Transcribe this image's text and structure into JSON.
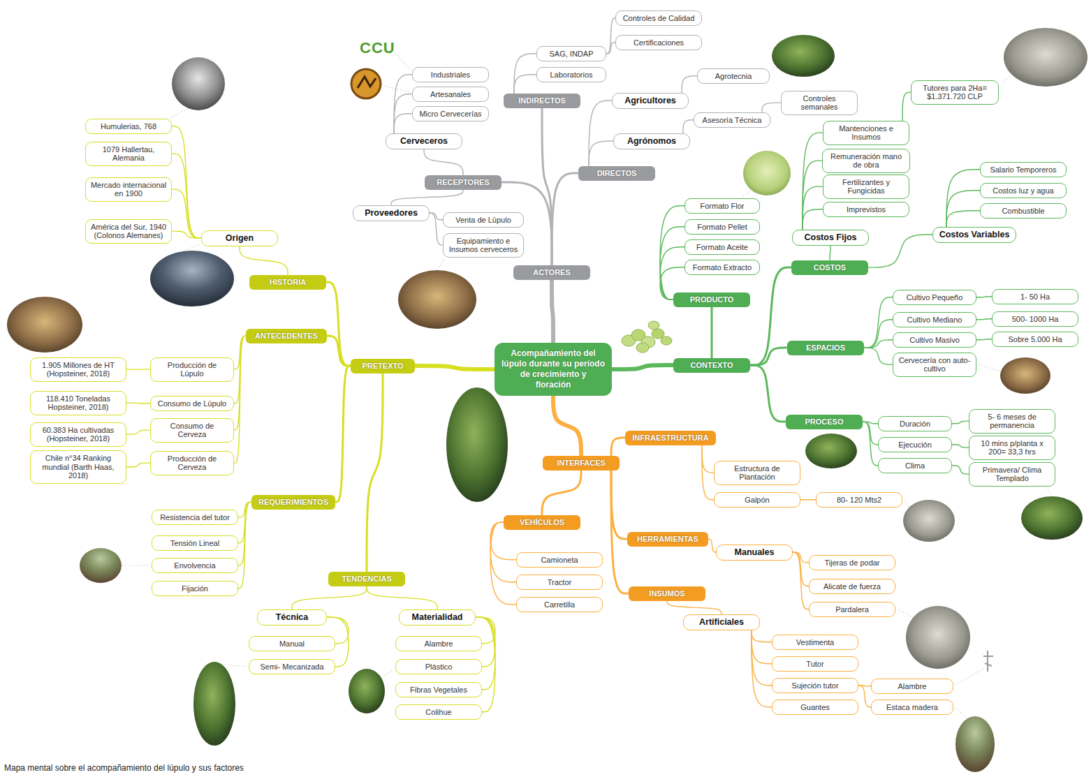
{
  "diagram": {
    "caption": "Mapa mental sobre el acompañamiento del lúpulo y sus factores",
    "nodes": [
      {
        "text": [
          "Acompañamiento del lúpulo durante su período de crecimiento y floración"
        ]
      },
      {
        "text": [
          "PRETEXTO"
        ]
      },
      {
        "text": [
          "HISTORIA"
        ]
      },
      {
        "text": [
          "Origen"
        ]
      },
      {
        "text": [
          "Humulerias, 768"
        ]
      },
      {
        "text": [
          "1079 Hallertau, Alemania"
        ]
      },
      {
        "text": [
          "Mercado internacional en 1900"
        ]
      },
      {
        "text": [
          "América del Sur, 1940 (Colonos Alemanes)"
        ]
      },
      {
        "text": [
          "ANTECEDENTES"
        ]
      },
      {
        "text": [
          "Producción de Lúpulo"
        ]
      },
      {
        "text": [
          "1.905 Millones de HT (Hopsteiner, 2018)"
        ]
      },
      {
        "text": [
          "Consumo de Lúpulo"
        ]
      },
      {
        "text": [
          "118.410 Toneladas Hopsteiner, 2018)"
        ]
      },
      {
        "text": [
          "Consumo de Cerveza"
        ]
      },
      {
        "text": [
          "60.383 Ha cultivadas (Hopsteiner, 2018)"
        ]
      },
      {
        "text": [
          "Producción de Cerveza"
        ]
      },
      {
        "text": [
          "Chile n°34 Ranking mundial (Barth Haas, 2018)"
        ]
      },
      {
        "text": [
          "REQUERIMIENTOS"
        ]
      },
      {
        "text": [
          "Resistencia del tutor"
        ]
      },
      {
        "text": [
          "Tensión Lineal"
        ]
      },
      {
        "text": [
          "Envolvencia"
        ]
      },
      {
        "text": [
          "Fijación"
        ]
      },
      {
        "text": [
          "TENDENCIAS"
        ]
      },
      {
        "text": [
          "Técnica"
        ]
      },
      {
        "text": [
          "Manual"
        ]
      },
      {
        "text": [
          "Semi- Mecanizada"
        ]
      },
      {
        "text": [
          "Materialidad"
        ]
      },
      {
        "text": [
          "Alambre"
        ]
      },
      {
        "text": [
          "Plástico"
        ]
      },
      {
        "text": [
          "Fibras Vegetales"
        ]
      },
      {
        "text": [
          "Colihue"
        ]
      },
      {
        "text": [
          "ACTORES"
        ]
      },
      {
        "text": [
          "RECEPTORES"
        ]
      },
      {
        "text": [
          "Cerveceros"
        ]
      },
      {
        "text": [
          "Industriales"
        ]
      },
      {
        "text": [
          "Artesanales"
        ]
      },
      {
        "text": [
          "Micro Cervecerías"
        ]
      },
      {
        "text": [
          "Proveedores"
        ]
      },
      {
        "text": [
          "Venta de Lúpulo"
        ]
      },
      {
        "text": [
          "Equipamiento e Insumos cerveceros"
        ]
      },
      {
        "text": [
          "INDIRECTOS"
        ]
      },
      {
        "text": [
          "SAG, INDAP"
        ]
      },
      {
        "text": [
          "Controles de Calidad"
        ]
      },
      {
        "text": [
          "Certificaciones"
        ]
      },
      {
        "text": [
          "Laboratorios"
        ]
      },
      {
        "text": [
          "DIRECTOS"
        ]
      },
      {
        "text": [
          "Agricultores"
        ]
      },
      {
        "text": [
          "Agrotecnia"
        ]
      },
      {
        "text": [
          "Agrónomos"
        ]
      },
      {
        "text": [
          "Asesoría Técnica"
        ]
      },
      {
        "text": [
          "Controles semanales"
        ]
      },
      {
        "text": [
          "CONTEXTO"
        ]
      },
      {
        "text": [
          "PRODUCTO"
        ]
      },
      {
        "text": [
          "Formato Flor"
        ]
      },
      {
        "text": [
          "Formato Pellet"
        ]
      },
      {
        "text": [
          "Formato Aceite"
        ]
      },
      {
        "text": [
          "Formato Extracto"
        ]
      },
      {
        "text": [
          "COSTOS"
        ]
      },
      {
        "text": [
          "Costos Fijos"
        ]
      },
      {
        "text": [
          "Mantenciones e Insumos"
        ]
      },
      {
        "text": [
          "Tutores para 2Ha= $1.371.720 CLP"
        ]
      },
      {
        "text": [
          "Remuneración mano de obra"
        ]
      },
      {
        "text": [
          "Fertilizantes y Fungicidas"
        ]
      },
      {
        "text": [
          "Imprevistos"
        ]
      },
      {
        "text": [
          "Costos Variables"
        ]
      },
      {
        "text": [
          "Salario Temporeros"
        ]
      },
      {
        "text": [
          "Costos luz y agua"
        ]
      },
      {
        "text": [
          "Combustible"
        ]
      },
      {
        "text": [
          "ESPACIOS"
        ]
      },
      {
        "text": [
          "Cultivo Pequeño"
        ]
      },
      {
        "text": [
          "1- 50 Ha"
        ]
      },
      {
        "text": [
          "Cultivo Mediano"
        ]
      },
      {
        "text": [
          "500- 1000 Ha"
        ]
      },
      {
        "text": [
          "Cultivo Masivo"
        ]
      },
      {
        "text": [
          "Sobre 5.000 Ha"
        ]
      },
      {
        "text": [
          "Cervecería con auto- cultivo"
        ]
      },
      {
        "text": [
          "PROCESO"
        ]
      },
      {
        "text": [
          "Duración"
        ]
      },
      {
        "text": [
          "5- 6 meses de permanencia"
        ]
      },
      {
        "text": [
          "Ejecución"
        ]
      },
      {
        "text": [
          "10 mins p/planta x 200= 33,3 hrs"
        ]
      },
      {
        "text": [
          "Clima"
        ]
      },
      {
        "text": [
          "Primavera/ Clima Templado"
        ]
      },
      {
        "text": [
          "INTERFACES"
        ]
      },
      {
        "text": [
          "INFRAESTRUCTURA"
        ]
      },
      {
        "text": [
          "Estructura de Plantación"
        ]
      },
      {
        "text": [
          "Galpón"
        ]
      },
      {
        "text": [
          "80- 120 Mts2"
        ]
      },
      {
        "text": [
          "VEHÍCULOS"
        ]
      },
      {
        "text": [
          "Camioneta"
        ]
      },
      {
        "text": [
          "Tractor"
        ]
      },
      {
        "text": [
          "Carretilla"
        ]
      },
      {
        "text": [
          "HERRAMIENTAS"
        ]
      },
      {
        "text": [
          "Manuales"
        ]
      },
      {
        "text": [
          "Tijeras de podar"
        ]
      },
      {
        "text": [
          "Alicate de fuerza"
        ]
      },
      {
        "text": [
          "Pardalera"
        ]
      },
      {
        "text": [
          "INSUMOS"
        ]
      },
      {
        "text": [
          "Artificiales"
        ]
      },
      {
        "text": [
          "Vestimenta"
        ]
      },
      {
        "text": [
          "Tutor"
        ]
      },
      {
        "text": [
          "Sujeción tutor"
        ]
      },
      {
        "text": [
          "Guantes"
        ]
      },
      {
        "text": [
          "Alambre"
        ]
      },
      {
        "text": [
          "Estaca madera"
        ]
      }
    ],
    "edges": [
      {
        "from": 0,
        "to": 1,
        "arrow": "none"
      },
      {
        "from": 1,
        "to": 2,
        "arrow": "none"
      },
      {
        "from": 2,
        "to": 3,
        "arrow": "none"
      },
      {
        "from": 3,
        "to": 4,
        "arrow": "none"
      },
      {
        "from": 3,
        "to": 5,
        "arrow": "none"
      },
      {
        "from": 3,
        "to": 6,
        "arrow": "none"
      },
      {
        "from": 3,
        "to": 7,
        "arrow": "none"
      },
      {
        "from": 1,
        "to": 8,
        "arrow": "none"
      },
      {
        "from": 8,
        "to": 9,
        "arrow": "none"
      },
      {
        "from": 9,
        "to": 10,
        "arrow": "none"
      },
      {
        "from": 8,
        "to": 11,
        "arrow": "none"
      },
      {
        "from": 11,
        "to": 12,
        "arrow": "none"
      },
      {
        "from": 8,
        "to": 13,
        "arrow": "none"
      },
      {
        "from": 13,
        "to": 14,
        "arrow": "none"
      },
      {
        "from": 8,
        "to": 15,
        "arrow": "none"
      },
      {
        "from": 15,
        "to": 16,
        "arrow": "none"
      },
      {
        "from": 1,
        "to": 17,
        "arrow": "none"
      },
      {
        "from": 17,
        "to": 18,
        "arrow": "none"
      },
      {
        "from": 17,
        "to": 19,
        "arrow": "none"
      },
      {
        "from": 17,
        "to": 20,
        "arrow": "none"
      },
      {
        "from": 17,
        "to": 21,
        "arrow": "none"
      },
      {
        "from": 1,
        "to": 22,
        "arrow": "none"
      },
      {
        "from": 22,
        "to": 23,
        "arrow": "none"
      },
      {
        "from": 23,
        "to": 24,
        "arrow": "none"
      },
      {
        "from": 23,
        "to": 25,
        "arrow": "none"
      },
      {
        "from": 22,
        "to": 26,
        "arrow": "none"
      },
      {
        "from": 26,
        "to": 27,
        "arrow": "none"
      },
      {
        "from": 26,
        "to": 28,
        "arrow": "none"
      },
      {
        "from": 26,
        "to": 29,
        "arrow": "none"
      },
      {
        "from": 26,
        "to": 30,
        "arrow": "none"
      },
      {
        "from": 0,
        "to": 31,
        "arrow": "none"
      },
      {
        "from": 31,
        "to": 32,
        "arrow": "none"
      },
      {
        "from": 32,
        "to": 33,
        "arrow": "none"
      },
      {
        "from": 33,
        "to": 34,
        "arrow": "none"
      },
      {
        "from": 33,
        "to": 35,
        "arrow": "none"
      },
      {
        "from": 33,
        "to": 36,
        "arrow": "none"
      },
      {
        "from": 32,
        "to": 37,
        "arrow": "none"
      },
      {
        "from": 37,
        "to": 38,
        "arrow": "none"
      },
      {
        "from": 37,
        "to": 39,
        "arrow": "none"
      },
      {
        "from": 31,
        "to": 40,
        "arrow": "none"
      },
      {
        "from": 40,
        "to": 41,
        "arrow": "none"
      },
      {
        "from": 41,
        "to": 42,
        "arrow": "none"
      },
      {
        "from": 41,
        "to": 43,
        "arrow": "none"
      },
      {
        "from": 40,
        "to": 44,
        "arrow": "none"
      },
      {
        "from": 31,
        "to": 45,
        "arrow": "none"
      },
      {
        "from": 45,
        "to": 46,
        "arrow": "none"
      },
      {
        "from": 46,
        "to": 47,
        "arrow": "none"
      },
      {
        "from": 45,
        "to": 48,
        "arrow": "none"
      },
      {
        "from": 48,
        "to": 49,
        "arrow": "none"
      },
      {
        "from": 49,
        "to": 50,
        "arrow": "none"
      },
      {
        "from": 0,
        "to": 51,
        "arrow": "none"
      },
      {
        "from": 51,
        "to": 52,
        "arrow": "none"
      },
      {
        "from": 52,
        "to": 53,
        "arrow": "none"
      },
      {
        "from": 52,
        "to": 54,
        "arrow": "none"
      },
      {
        "from": 52,
        "to": 55,
        "arrow": "none"
      },
      {
        "from": 52,
        "to": 56,
        "arrow": "none"
      },
      {
        "from": 51,
        "to": 57,
        "arrow": "none"
      },
      {
        "from": 57,
        "to": 58,
        "arrow": "none"
      },
      {
        "from": 58,
        "to": 59,
        "arrow": "none"
      },
      {
        "from": 59,
        "to": 60,
        "arrow": "none"
      },
      {
        "from": 58,
        "to": 61,
        "arrow": "none"
      },
      {
        "from": 58,
        "to": 62,
        "arrow": "none"
      },
      {
        "from": 58,
        "to": 63,
        "arrow": "none"
      },
      {
        "from": 57,
        "to": 64,
        "arrow": "none"
      },
      {
        "from": 64,
        "to": 65,
        "arrow": "none"
      },
      {
        "from": 64,
        "to": 66,
        "arrow": "none"
      },
      {
        "from": 64,
        "to": 67,
        "arrow": "none"
      },
      {
        "from": 51,
        "to": 68,
        "arrow": "none"
      },
      {
        "from": 68,
        "to": 69,
        "arrow": "none"
      },
      {
        "from": 69,
        "to": 70,
        "arrow": "none"
      },
      {
        "from": 68,
        "to": 71,
        "arrow": "none"
      },
      {
        "from": 71,
        "to": 72,
        "arrow": "none"
      },
      {
        "from": 68,
        "to": 73,
        "arrow": "none"
      },
      {
        "from": 73,
        "to": 74,
        "arrow": "none"
      },
      {
        "from": 68,
        "to": 75,
        "arrow": "none"
      },
      {
        "from": 51,
        "to": 76,
        "arrow": "none"
      },
      {
        "from": 76,
        "to": 77,
        "arrow": "none"
      },
      {
        "from": 77,
        "to": 78,
        "arrow": "none"
      },
      {
        "from": 76,
        "to": 79,
        "arrow": "none"
      },
      {
        "from": 79,
        "to": 80,
        "arrow": "none"
      },
      {
        "from": 76,
        "to": 81,
        "arrow": "none"
      },
      {
        "from": 81,
        "to": 82,
        "arrow": "none"
      },
      {
        "from": 0,
        "to": 83,
        "arrow": "none"
      },
      {
        "from": 83,
        "to": 84,
        "arrow": "none"
      },
      {
        "from": 84,
        "to": 85,
        "arrow": "none"
      },
      {
        "from": 84,
        "to": 86,
        "arrow": "none"
      },
      {
        "from": 86,
        "to": 87,
        "arrow": "none"
      },
      {
        "from": 83,
        "to": 88,
        "arrow": "none"
      },
      {
        "from": 88,
        "to": 89,
        "arrow": "none"
      },
      {
        "from": 88,
        "to": 90,
        "arrow": "none"
      },
      {
        "from": 88,
        "to": 91,
        "arrow": "none"
      },
      {
        "from": 83,
        "to": 92,
        "arrow": "none"
      },
      {
        "from": 92,
        "to": 93,
        "arrow": "none"
      },
      {
        "from": 93,
        "to": 94,
        "arrow": "none"
      },
      {
        "from": 93,
        "to": 95,
        "arrow": "none"
      },
      {
        "from": 93,
        "to": 96,
        "arrow": "none"
      },
      {
        "from": 83,
        "to": 97,
        "arrow": "none"
      },
      {
        "from": 97,
        "to": 98,
        "arrow": "none"
      },
      {
        "from": 98,
        "to": 99,
        "arrow": "none"
      },
      {
        "from": 98,
        "to": 100,
        "arrow": "none"
      },
      {
        "from": 98,
        "to": 101,
        "arrow": "none"
      },
      {
        "from": 98,
        "to": 102,
        "arrow": "none"
      },
      {
        "from": 101,
        "to": 103,
        "arrow": "none"
      },
      {
        "from": 101,
        "to": 104,
        "arrow": "none"
      }
    ],
    "labels": [
      "CCU"
    ]
  }
}
